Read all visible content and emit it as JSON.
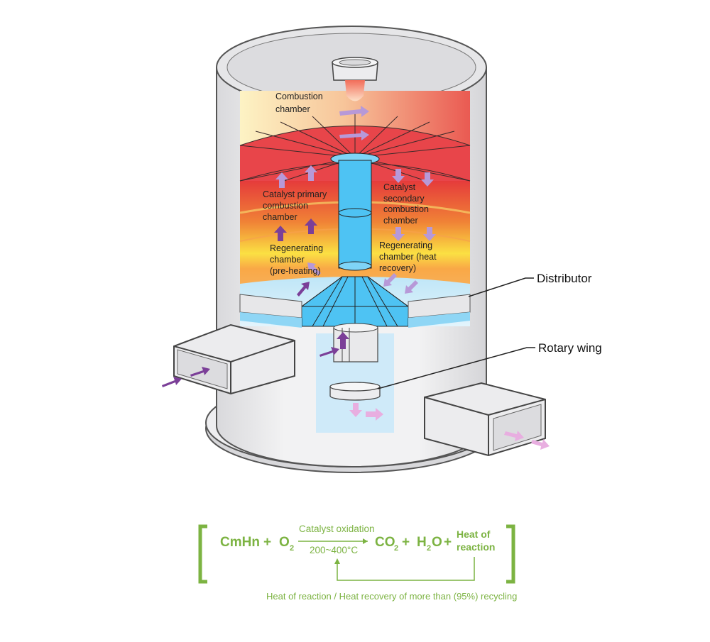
{
  "labels": {
    "combustion_chamber": [
      "Combustion",
      "chamber"
    ],
    "primary_chamber": [
      "Catalyst primary",
      "combustion",
      "chamber"
    ],
    "secondary_chamber": [
      "Catalyst",
      "secondary",
      "combustion",
      "chamber"
    ],
    "regen_pre": [
      "Regenerating",
      "chamber",
      "(pre-heating)"
    ],
    "regen_heat": [
      "Regenerating",
      "chamber (heat",
      "recovery)"
    ]
  },
  "callouts": {
    "distributor": "Distributor",
    "rotary_wing": "Rotary wing"
  },
  "equation": {
    "cmhn": "CmHn",
    "plus1": "+",
    "o2_o": "O",
    "o2_sub": "2",
    "arrow_top": "Catalyst oxidation",
    "arrow_bottom": "200~400°C",
    "co2_co": "CO",
    "co2_sub": "2",
    "plus2": "+",
    "h2o_h": "H",
    "h2o_sub": "2",
    "h2o_o": "O",
    "plus3": "+",
    "heat_line1": "Heat of",
    "heat_line2": "reaction",
    "recycle_note": "Heat of reaction / Heat recovery of more than (95%) recycling"
  },
  "colors": {
    "accent_green": "#7cb342",
    "flame_red": "#e94b45",
    "flame_yellow": "#fce44a",
    "cool_blue": "#4fc3f7",
    "inflow_arrow": "#7b3f98",
    "outflow_arrow": "#e8aee0"
  }
}
